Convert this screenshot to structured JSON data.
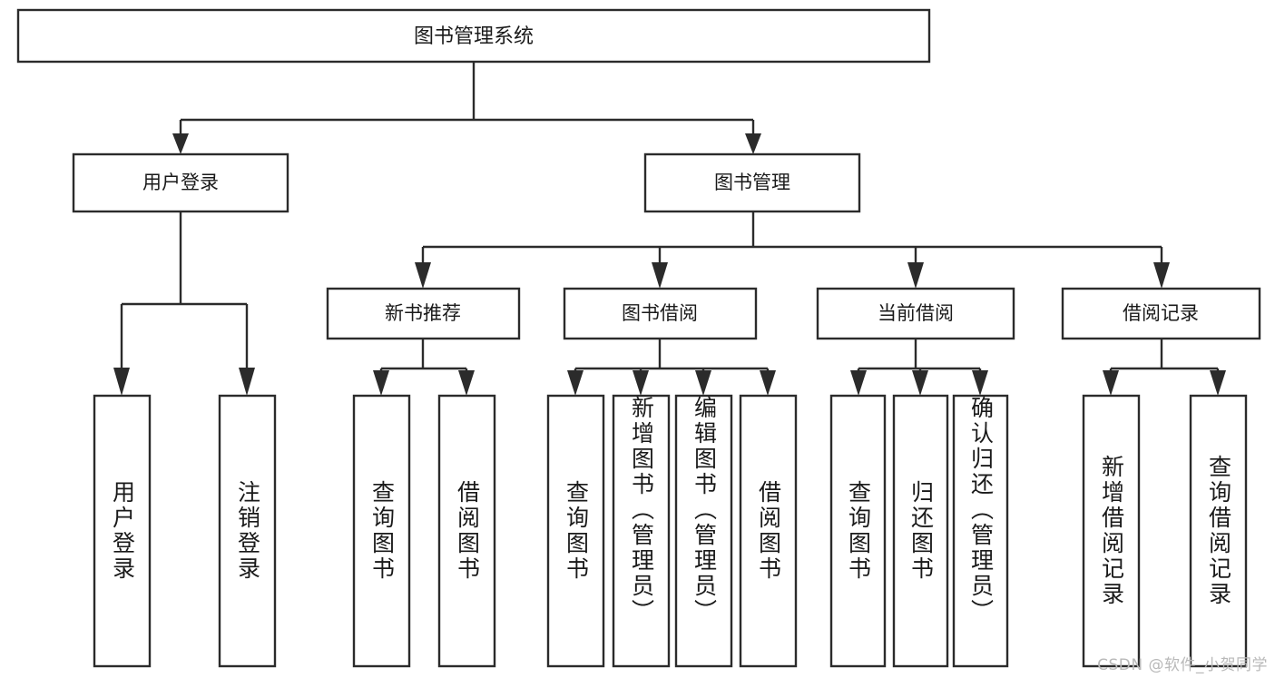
{
  "diagram": {
    "type": "tree-hierarchy-chart",
    "title": "图书管理系统",
    "root": {
      "label": "图书管理系统"
    },
    "level1": [
      {
        "label": "用户登录"
      },
      {
        "label": "图书管理"
      }
    ],
    "level2": [
      {
        "label": "新书推荐"
      },
      {
        "label": "图书借阅"
      },
      {
        "label": "当前借阅"
      },
      {
        "label": "借阅记录"
      }
    ],
    "leaves": {
      "user_login": [
        {
          "label": "用户登录"
        },
        {
          "label": "注销登录"
        }
      ],
      "new_book_recommend": [
        {
          "label": "查询图书"
        },
        {
          "label": "借阅图书"
        }
      ],
      "book_borrow": [
        {
          "label": "查询图书"
        },
        {
          "label": "新增图书（管理员）"
        },
        {
          "label": "编辑图书（管理员）"
        },
        {
          "label": "借阅图书"
        }
      ],
      "current_borrow": [
        {
          "label": "查询图书"
        },
        {
          "label": "归还图书"
        },
        {
          "label": "确认归还（管理员）"
        }
      ],
      "borrow_record": [
        {
          "label": "新增借阅记录"
        },
        {
          "label": "查询借阅记录"
        }
      ]
    }
  },
  "watermark": {
    "text": "CSDN @软件_小贺同学"
  },
  "colors": {
    "box_stroke": "#2b2b2b",
    "box_fill": "#ffffff",
    "text": "#1a1a1a",
    "background": "#ffffff",
    "watermark": "#b9b9b9"
  }
}
